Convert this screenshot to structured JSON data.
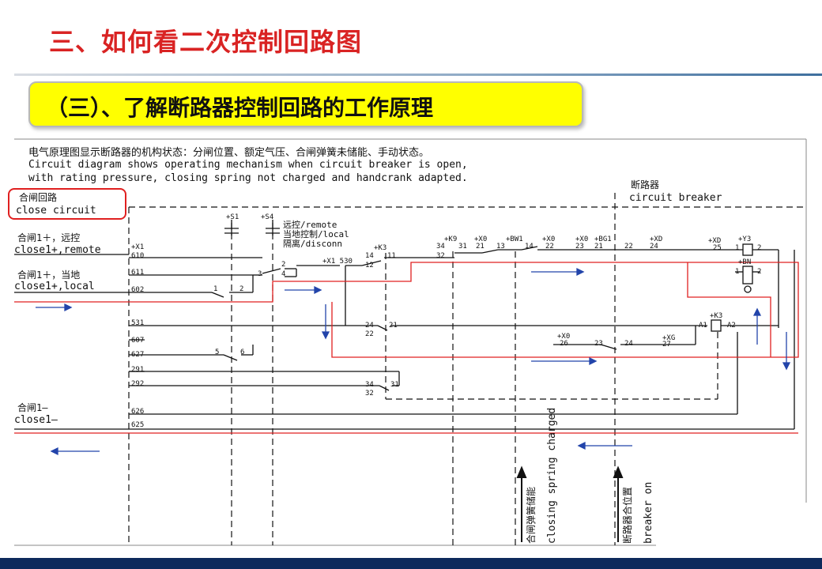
{
  "slide": {
    "title": "三、如何看二次控制回路图",
    "subtitle": "（三）、了解断路器控制回路的工作原理"
  },
  "notes": {
    "cn": "电气原理图显示断路器的机构状态：分闸位置、额定气压、合闸弹簧未储能、手动状态。",
    "en_line1": "Circuit diagram shows operating mechanism when circuit breaker is open,",
    "en_line2": "with rating pressure, closing spring not charged and handcrank adapted."
  },
  "labels": {
    "close_circuit_cn": "合闸回路",
    "close_circuit_en": "close circuit",
    "breaker_cn": "断路器",
    "breaker_en": "circuit breaker",
    "close1p_remote_cn": "合闸1＋，远控",
    "close1p_remote_en": "close1+,remote",
    "close1p_local_cn": "合闸1＋，当地",
    "close1p_local_en": "close1+,local",
    "close1m_cn": "合闸1—",
    "close1m_en": "close1—",
    "s4_remote": "远控/remote",
    "s4_local": "当地控制/local",
    "s4_disconn": "隔离/disconn",
    "spring_cn": "合闸弹簧储能",
    "spring_en": "closing spring charged",
    "bk_on_cn": "断路器合位置",
    "bk_on_en": "breaker on"
  },
  "terminals": {
    "x1": "+X1",
    "t610": "610",
    "t611": "611",
    "t602": "602",
    "t531": "531",
    "t607": "607",
    "t627": "627",
    "t291": "291",
    "t292": "292",
    "t626": "626",
    "t625": "625"
  },
  "devices": {
    "s1": "+S1",
    "s4": "+S4",
    "k3": "+K3",
    "k9": "+K9",
    "x0": "+X0",
    "bw1": "+BW1",
    "bg1": "+BG1",
    "xd": "+XD",
    "y3": "+Y3",
    "bn": "+BN",
    "x1_530": "+X1 530",
    "xg": "+XG",
    "a1": "A1",
    "a2": "A2"
  },
  "pins": {
    "p1": "1",
    "p2": "2",
    "p3": "3",
    "p4": "4",
    "p5": "5",
    "p6": "6",
    "p11": "11",
    "p12": "12",
    "p14": "14",
    "p21": "21",
    "p22": "22",
    "p23": "23",
    "p24": "24",
    "p25": "25",
    "p26": "26",
    "p27": "27",
    "p31": "31",
    "p32": "32",
    "p34": "34",
    "p13": "13"
  },
  "colors": {
    "title_red": "#d92323",
    "subtitle_bg": "#ffff00",
    "path_red": "#e02020",
    "arrow_blue": "#2244aa",
    "bar_navy": "#0d2a5c"
  }
}
